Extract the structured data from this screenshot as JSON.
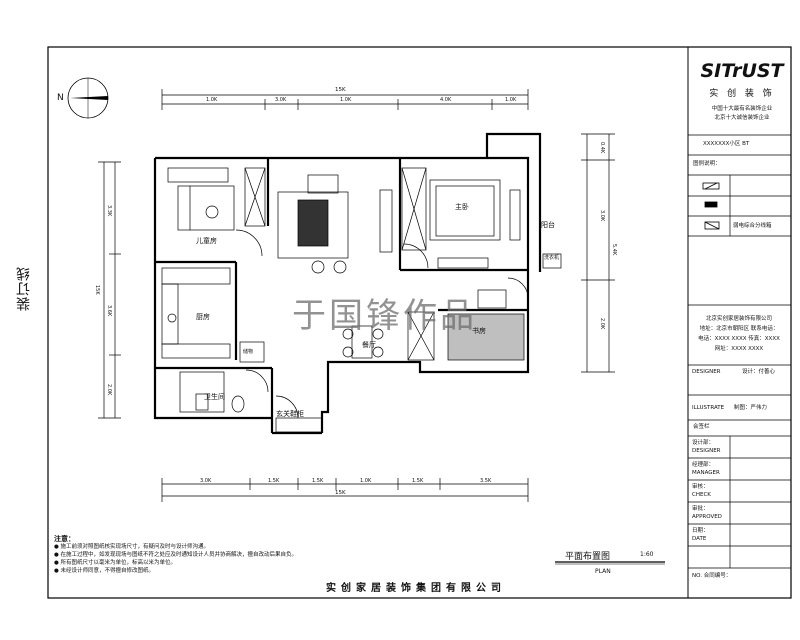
{
  "binding_line": "装订线",
  "compass": {
    "label": "N"
  },
  "title_block": {
    "logo": "SITrUST",
    "logo_cn": "实 创 装 饰",
    "honor_1": "中国十大最有名装饰企业",
    "honor_2": "北京十大诚信装饰企业",
    "project": "XXXXXXX小区 BT",
    "legend_heading": "图例说明：",
    "legend_item": "弱电综合分线箱",
    "company_block_1": "北京实创家居装饰有限公司",
    "company_block_2": "地址：北京市朝阳区  联系电话：",
    "company_block_3": "电话：XXXX XXXX  传真：XXXX",
    "company_block_4": "网址：XXXX  XXXX",
    "design_label": "DESIGNER",
    "design_label_cn": "设计：付善心",
    "draw_label": "ILLUSTRATE",
    "draw_label_cn": "制图：严伟力",
    "signature_heading": "会签栏",
    "rows": [
      {
        "en": "DESIGNER",
        "cn": "设计部："
      },
      {
        "en": "MANAGER",
        "cn": "经理部："
      },
      {
        "en": "CHECK",
        "cn": "审核："
      },
      {
        "en": "APPROVED",
        "cn": "审批："
      },
      {
        "en": "DATE",
        "cn": "日期："
      }
    ],
    "number_label": "NO. 合同编号："
  },
  "plan": {
    "overall_dim": "15K",
    "top_dims": [
      "1.0K",
      "3.0K",
      "1.0K",
      "4.0K",
      "1.0K"
    ],
    "bottom_dims": [
      "3.0K",
      "1.5K",
      "1.5K",
      "1.0K",
      "1.5K",
      "3.5K"
    ],
    "left_dims": [
      "3.3K",
      "3.6K",
      "2.0K"
    ],
    "right_dims": [
      "0.4K",
      "3.0K",
      "2.0K"
    ],
    "right_total": "5.4K",
    "rooms": {
      "second_bedroom": "儿童房",
      "master_bedroom": "主卧",
      "kitchen": "厨房",
      "bathroom": "卫生间",
      "dining": "餐厅",
      "study": "书房",
      "balcony": "阳台",
      "entry": "玄关鞋柜",
      "laundry": "洗衣机",
      "closet": "储物"
    }
  },
  "watermark": "于国锋作品",
  "notes": {
    "heading": "注意：",
    "items": [
      "● 施工前须对照图纸核实现场尺寸，有疑问及时与设计师沟通。",
      "● 在施工过程中，如发现现场与图纸不符之处应及时通知设计人员并协商解决，擅自改动后果自负。",
      "● 所有图纸尺寸以毫米为单位，标高以米为单位。",
      "● 未经设计师同意，不得擅自修改图纸。"
    ]
  },
  "drawing": {
    "title": "平面布置图",
    "scale": "1:60",
    "subtitle": "PLAN"
  },
  "company": "实创家居装饰集团有限公司"
}
